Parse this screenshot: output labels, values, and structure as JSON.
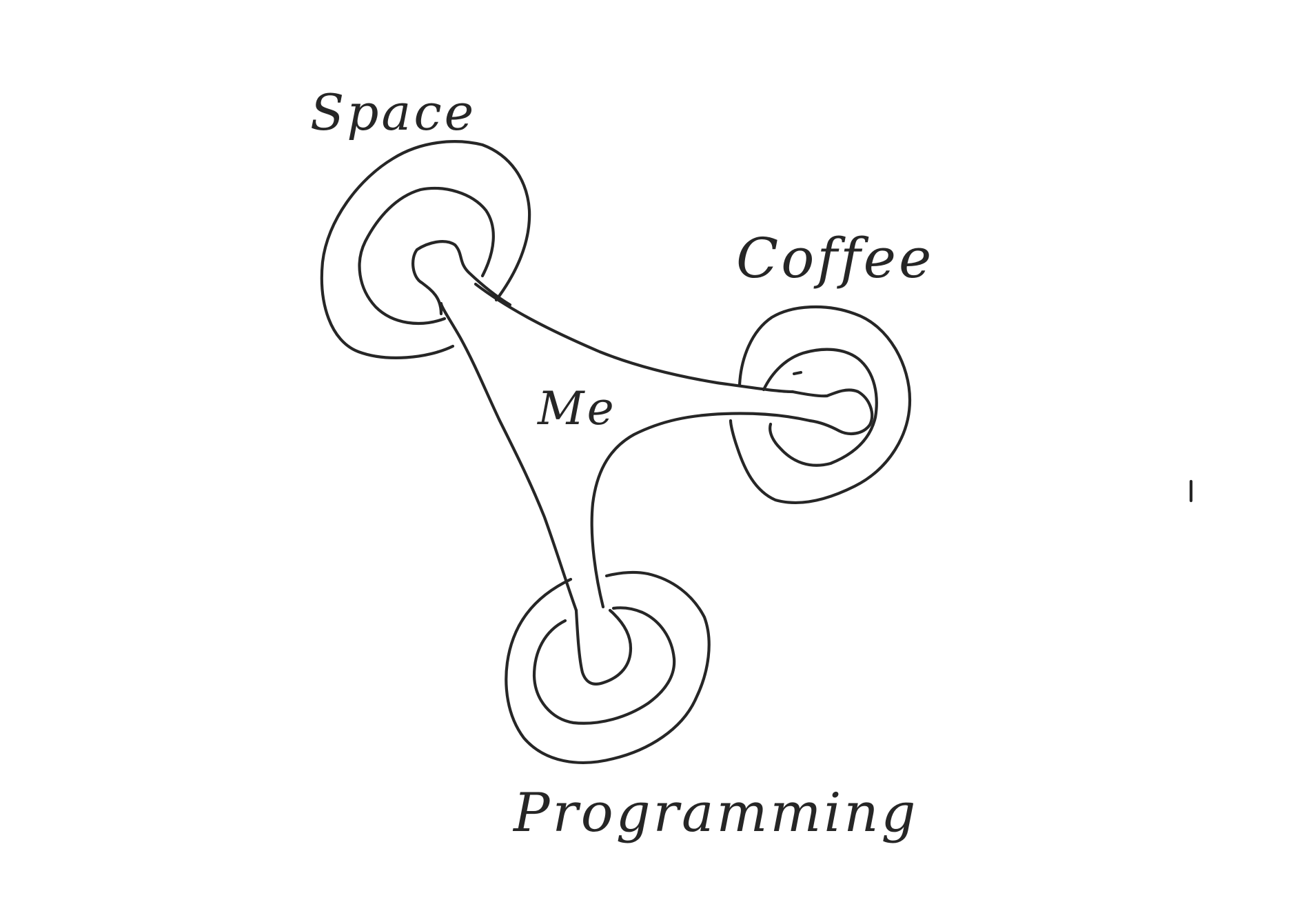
{
  "diagram": {
    "center_label": "Me",
    "nodes": [
      {
        "id": "space",
        "label": "Space"
      },
      {
        "id": "coffee",
        "label": "Coffee"
      },
      {
        "id": "programming",
        "label": "Programming"
      }
    ],
    "ink_color": "#262626",
    "background_color": "#ffffff"
  }
}
